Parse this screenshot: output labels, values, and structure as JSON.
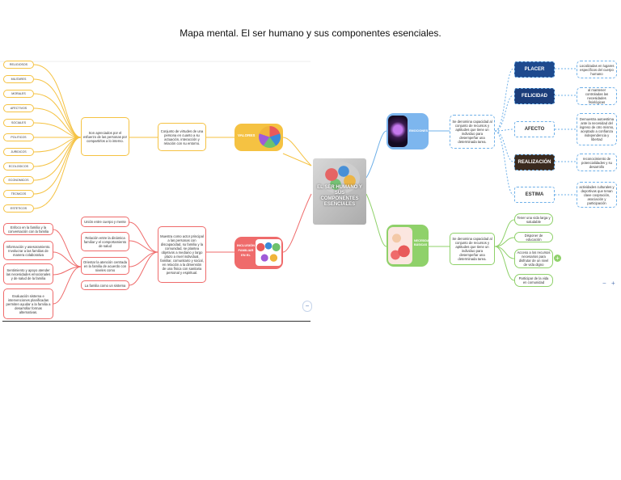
{
  "title": "Mapa mental. El ser humano y sus componentes esenciales.",
  "center": {
    "text": "EL SER HUMANO Y SUS COMPONENTES ESENCIALES"
  },
  "valores": {
    "label": "VALORES",
    "definition": "Conjunto de virtudes de una persona en cuanto a su actuación, interacción y relación con su entorno.",
    "detail": "Son apreciados por el esfuerzo de las personas por compartirlos a lo interno.",
    "items": [
      "RELIGIOSOS",
      "MILITARES",
      "MORALES",
      "AFECTIVOS",
      "SOCIALES",
      "POLITICOS",
      "JURIDICOS",
      "ECOLOGICOS",
      "ECONOMICOS",
      "TECNICOS",
      "ESTETICOS"
    ]
  },
  "inclusion": {
    "label": "INCLUSIÓN FAMILIAR EN EL",
    "definition": "Muestra como actor principal a las personas con discapacidad, su familia y la comunidad, se plantea objetivos a mediano y largo plazo a nivel individual, familiar, comunitario y social, en relación a la dimensión de una física con sanitaria personal y espiritual.",
    "mid": [
      "Unión entre cuerpo y mente",
      "Relación entre la dinámica familiar y el comportamiento de salud",
      "Orientar la atención centrada en la familia de acuerdo con niveles como",
      "La familia como un sistema"
    ],
    "left": [
      "Enfoco en la familia y la conversación con la familia",
      "Información y asesoramiento. Involucrar a las familias de manera colaborativa",
      "Sentimiento y apoyo atender las necesidades emocionales y de salud de la familia",
      "Evaluación sistema e intervenciones planificadas permiten ayudar a la familia a desarrollar formas alternativas."
    ]
  },
  "emociones": {
    "label": "EMOCIONES",
    "definition": "Se denomina capacidad al conjunto de recursos y aptitudes que tiene un individuo para desempeñar una determinada tarea.",
    "items": [
      {
        "image": "PLACER",
        "note": "Localizadas en lugares específicos del cuerpo humano"
      },
      {
        "image": "FELICIDAD",
        "note": "al mantener controladas las necesidades fisiológicas"
      },
      {
        "image": "AFECTO",
        "note": "Demuestra autoestima ante la necesidad del ingreso de otro mismo, aceptado a confianza independencia y libertad"
      },
      {
        "image": "REALIZACIÓN",
        "note": "reconocimiento de potencialidades y su desarrollo"
      },
      {
        "image": "ESTIMA",
        "note": "actividades culturales y deportivas que tenan clave coopración, asociación y participación"
      }
    ]
  },
  "necesidades": {
    "label": "NECESIDADES BÁSICAS",
    "definition": "Se denomina capacidad al conjunto de recursos y aptitudes que tiene un individuo para desempeñar una determinada tarea.",
    "items": [
      "Tener una vida larga y saludable",
      "Disponer de educación",
      "Acceso a los recursos necesarios para disfrutar de un nivel de vida digno",
      "Participar de la vida en comunidad"
    ]
  },
  "controls": {
    "minus": "−",
    "plus": "+",
    "zoom_out": "−",
    "zoom_in": "+"
  }
}
